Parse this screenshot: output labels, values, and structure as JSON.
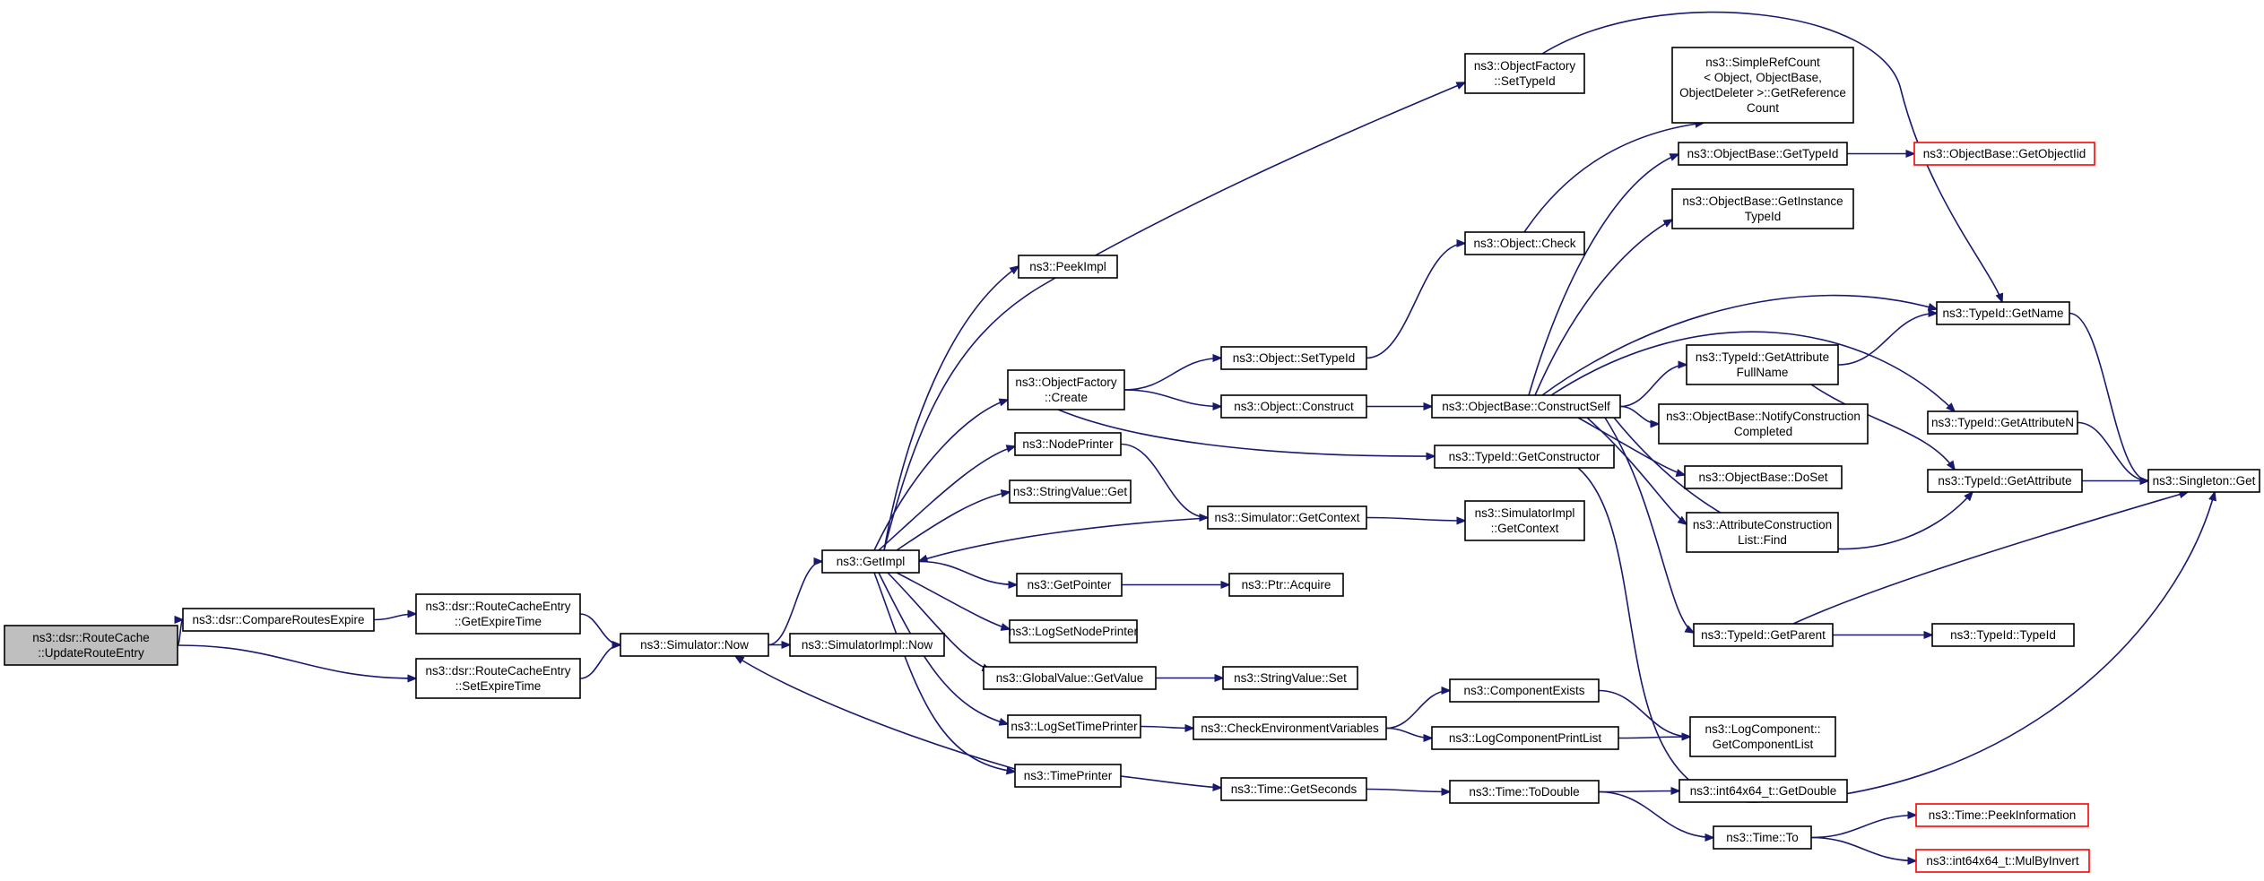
{
  "nodes": [
    {
      "id": "root",
      "lines": [
        "ns3::dsr::RouteCache",
        "::UpdateRouteEntry"
      ],
      "style": "root"
    },
    {
      "id": "compare",
      "lines": [
        "ns3::dsr::CompareRoutesExpire"
      ],
      "style": "normal"
    },
    {
      "id": "getexpire",
      "lines": [
        "ns3::dsr::RouteCacheEntry",
        "::GetExpireTime"
      ],
      "style": "normal"
    },
    {
      "id": "setexpire",
      "lines": [
        "ns3::dsr::RouteCacheEntry",
        "::SetExpireTime"
      ],
      "style": "normal"
    },
    {
      "id": "now",
      "lines": [
        "ns3::Simulator::Now"
      ],
      "style": "normal"
    },
    {
      "id": "simimplnow",
      "lines": [
        "ns3::SimulatorImpl::Now"
      ],
      "style": "normal"
    },
    {
      "id": "getimpl",
      "lines": [
        "ns3::GetImpl"
      ],
      "style": "normal"
    },
    {
      "id": "peekimpl",
      "lines": [
        "ns3::PeekImpl"
      ],
      "style": "normal"
    },
    {
      "id": "ofcreate",
      "lines": [
        "ns3::ObjectFactory",
        "::Create"
      ],
      "style": "normal"
    },
    {
      "id": "nodeprinter",
      "lines": [
        "ns3::NodePrinter"
      ],
      "style": "normal"
    },
    {
      "id": "stringvalueget",
      "lines": [
        "ns3::StringValue::Get"
      ],
      "style": "normal"
    },
    {
      "id": "getpointer",
      "lines": [
        "ns3::GetPointer"
      ],
      "style": "normal"
    },
    {
      "id": "logsetnodeprinter",
      "lines": [
        "ns3::LogSetNodePrinter"
      ],
      "style": "normal"
    },
    {
      "id": "gvgetvalue",
      "lines": [
        "ns3::GlobalValue::GetValue"
      ],
      "style": "normal"
    },
    {
      "id": "logsettimeprinter",
      "lines": [
        "ns3::LogSetTimePrinter"
      ],
      "style": "normal"
    },
    {
      "id": "timeprinter",
      "lines": [
        "ns3::TimePrinter"
      ],
      "style": "normal"
    },
    {
      "id": "ofsettypeid",
      "lines": [
        "ns3::ObjectFactory",
        "::SetTypeId"
      ],
      "style": "normal"
    },
    {
      "id": "objsettypeid",
      "lines": [
        "ns3::Object::SetTypeId"
      ],
      "style": "normal"
    },
    {
      "id": "objconstruct",
      "lines": [
        "ns3::Object::Construct"
      ],
      "style": "normal"
    },
    {
      "id": "simgetcontext",
      "lines": [
        "ns3::Simulator::GetContext"
      ],
      "style": "normal"
    },
    {
      "id": "ptracquire",
      "lines": [
        "ns3::Ptr::Acquire"
      ],
      "style": "normal"
    },
    {
      "id": "stringvalueset",
      "lines": [
        "ns3::StringValue::Set"
      ],
      "style": "normal"
    },
    {
      "id": "checkenv",
      "lines": [
        "ns3::CheckEnvironmentVariables"
      ],
      "style": "normal"
    },
    {
      "id": "timegetseconds",
      "lines": [
        "ns3::Time::GetSeconds"
      ],
      "style": "normal"
    },
    {
      "id": "objcheck",
      "lines": [
        "ns3::Object::Check"
      ],
      "style": "normal"
    },
    {
      "id": "constructself",
      "lines": [
        "ns3::ObjectBase::ConstructSelf"
      ],
      "style": "normal"
    },
    {
      "id": "getconstructor",
      "lines": [
        "ns3::TypeId::GetConstructor"
      ],
      "style": "normal"
    },
    {
      "id": "simimplgetcontext",
      "lines": [
        "ns3::SimulatorImpl",
        "::GetContext"
      ],
      "style": "normal"
    },
    {
      "id": "componentexists",
      "lines": [
        "ns3::ComponentExists"
      ],
      "style": "normal"
    },
    {
      "id": "logcomponentprintlist",
      "lines": [
        "ns3::LogComponentPrintList"
      ],
      "style": "normal"
    },
    {
      "id": "timetodouble",
      "lines": [
        "ns3::Time::ToDouble"
      ],
      "style": "normal"
    },
    {
      "id": "timeto",
      "lines": [
        "ns3::Time::To"
      ],
      "style": "normal"
    },
    {
      "id": "simplerefcount",
      "lines": [
        "ns3::SimpleRefCount",
        "< Object, ObjectBase,",
        "ObjectDeleter >::GetReference",
        "Count"
      ],
      "style": "normal"
    },
    {
      "id": "obgettypeid",
      "lines": [
        "ns3::ObjectBase::GetTypeId"
      ],
      "style": "normal"
    },
    {
      "id": "obgetinstancetypeid",
      "lines": [
        "ns3::ObjectBase::GetInstance",
        "TypeId"
      ],
      "style": "normal"
    },
    {
      "id": "getattrfullname",
      "lines": [
        "ns3::TypeId::GetAttribute",
        "FullName"
      ],
      "style": "normal"
    },
    {
      "id": "notifyconstruction",
      "lines": [
        "ns3::ObjectBase::NotifyConstruction",
        "Completed"
      ],
      "style": "normal"
    },
    {
      "id": "dosset",
      "lines": [
        "ns3::ObjectBase::DoSet"
      ],
      "style": "normal"
    },
    {
      "id": "attrconstructionfind",
      "lines": [
        "ns3::AttributeConstruction",
        "List::Find"
      ],
      "style": "normal"
    },
    {
      "id": "typeidgetparent",
      "lines": [
        "ns3::TypeId::GetParent"
      ],
      "style": "normal"
    },
    {
      "id": "getcomponentlist",
      "lines": [
        "ns3::LogComponent::",
        "GetComponentList"
      ],
      "style": "normal"
    },
    {
      "id": "int64getdouble",
      "lines": [
        "ns3::int64x64_t::GetDouble"
      ],
      "style": "normal"
    },
    {
      "id": "getobjectiid",
      "lines": [
        "ns3::ObjectBase::GetObjectIid"
      ],
      "style": "trunc"
    },
    {
      "id": "typeidgetname",
      "lines": [
        "ns3::TypeId::GetName"
      ],
      "style": "normal"
    },
    {
      "id": "getattributen",
      "lines": [
        "ns3::TypeId::GetAttributeN"
      ],
      "style": "normal"
    },
    {
      "id": "getattribute",
      "lines": [
        "ns3::TypeId::GetAttribute"
      ],
      "style": "normal"
    },
    {
      "id": "typeidtypeid",
      "lines": [
        "ns3::TypeId::TypeId"
      ],
      "style": "normal"
    },
    {
      "id": "singletonget",
      "lines": [
        "ns3::Singleton::Get"
      ],
      "style": "normal"
    },
    {
      "id": "peekinformation",
      "lines": [
        "ns3::Time::PeekInformation"
      ],
      "style": "trunc"
    },
    {
      "id": "mulbyinvert",
      "lines": [
        "ns3::int64x64_t::MulByInvert"
      ],
      "style": "trunc"
    }
  ],
  "edges": [
    [
      "root",
      "compare"
    ],
    [
      "root",
      "setexpire"
    ],
    [
      "compare",
      "getexpire"
    ],
    [
      "getexpire",
      "now"
    ],
    [
      "setexpire",
      "now"
    ],
    [
      "now",
      "getimpl"
    ],
    [
      "now",
      "simimplnow"
    ],
    [
      "getimpl",
      "peekimpl"
    ],
    [
      "getimpl",
      "ofcreate"
    ],
    [
      "getimpl",
      "nodeprinter"
    ],
    [
      "getimpl",
      "stringvalueget"
    ],
    [
      "getimpl",
      "getpointer"
    ],
    [
      "getimpl",
      "logsetnodeprinter"
    ],
    [
      "getimpl",
      "gvgetvalue"
    ],
    [
      "getimpl",
      "logsettimeprinter"
    ],
    [
      "getimpl",
      "timeprinter"
    ],
    [
      "getimpl",
      "ofsettypeid"
    ],
    [
      "ofcreate",
      "objsettypeid"
    ],
    [
      "ofcreate",
      "objconstruct"
    ],
    [
      "ofcreate",
      "getconstructor"
    ],
    [
      "nodeprinter",
      "simgetcontext"
    ],
    [
      "simgetcontext",
      "getimpl"
    ],
    [
      "simgetcontext",
      "simimplgetcontext"
    ],
    [
      "getpointer",
      "ptracquire"
    ],
    [
      "gvgetvalue",
      "stringvalueset"
    ],
    [
      "logsettimeprinter",
      "checkenv"
    ],
    [
      "timeprinter",
      "timegetseconds"
    ],
    [
      "timeprinter",
      "now"
    ],
    [
      "objsettypeid",
      "objcheck"
    ],
    [
      "objcheck",
      "simplerefcount"
    ],
    [
      "objconstruct",
      "constructself"
    ],
    [
      "constructself",
      "obgettypeid"
    ],
    [
      "constructself",
      "obgetinstancetypeid"
    ],
    [
      "constructself",
      "typeidgetname"
    ],
    [
      "constructself",
      "getattrfullname"
    ],
    [
      "constructself",
      "getattributen"
    ],
    [
      "constructself",
      "notifyconstruction"
    ],
    [
      "constructself",
      "dosset"
    ],
    [
      "constructself",
      "attrconstructionfind"
    ],
    [
      "constructself",
      "getattribute"
    ],
    [
      "constructself",
      "typeidgetparent"
    ],
    [
      "ofsettypeid",
      "typeidgetname"
    ],
    [
      "getconstructor",
      "singletonget"
    ],
    [
      "checkenv",
      "componentexists"
    ],
    [
      "checkenv",
      "logcomponentprintlist"
    ],
    [
      "componentexists",
      "getcomponentlist"
    ],
    [
      "logcomponentprintlist",
      "getcomponentlist"
    ],
    [
      "timegetseconds",
      "timetodouble"
    ],
    [
      "timetodouble",
      "int64getdouble"
    ],
    [
      "timetodouble",
      "timeto"
    ],
    [
      "timeto",
      "peekinformation"
    ],
    [
      "timeto",
      "mulbyinvert"
    ],
    [
      "obgettypeid",
      "getobjectiid"
    ],
    [
      "getattrfullname",
      "typeidgetname"
    ],
    [
      "getattrfullname",
      "getattribute"
    ],
    [
      "typeidgetname",
      "singletonget"
    ],
    [
      "getattributen",
      "singletonget"
    ],
    [
      "getattribute",
      "singletonget"
    ],
    [
      "typeidgetparent",
      "typeidtypeid"
    ],
    [
      "typeidgetparent",
      "singletonget"
    ]
  ],
  "colors": {
    "edge": "#191970",
    "root_fill": "#bfbfbf",
    "trunc_border": "#ff0000"
  }
}
